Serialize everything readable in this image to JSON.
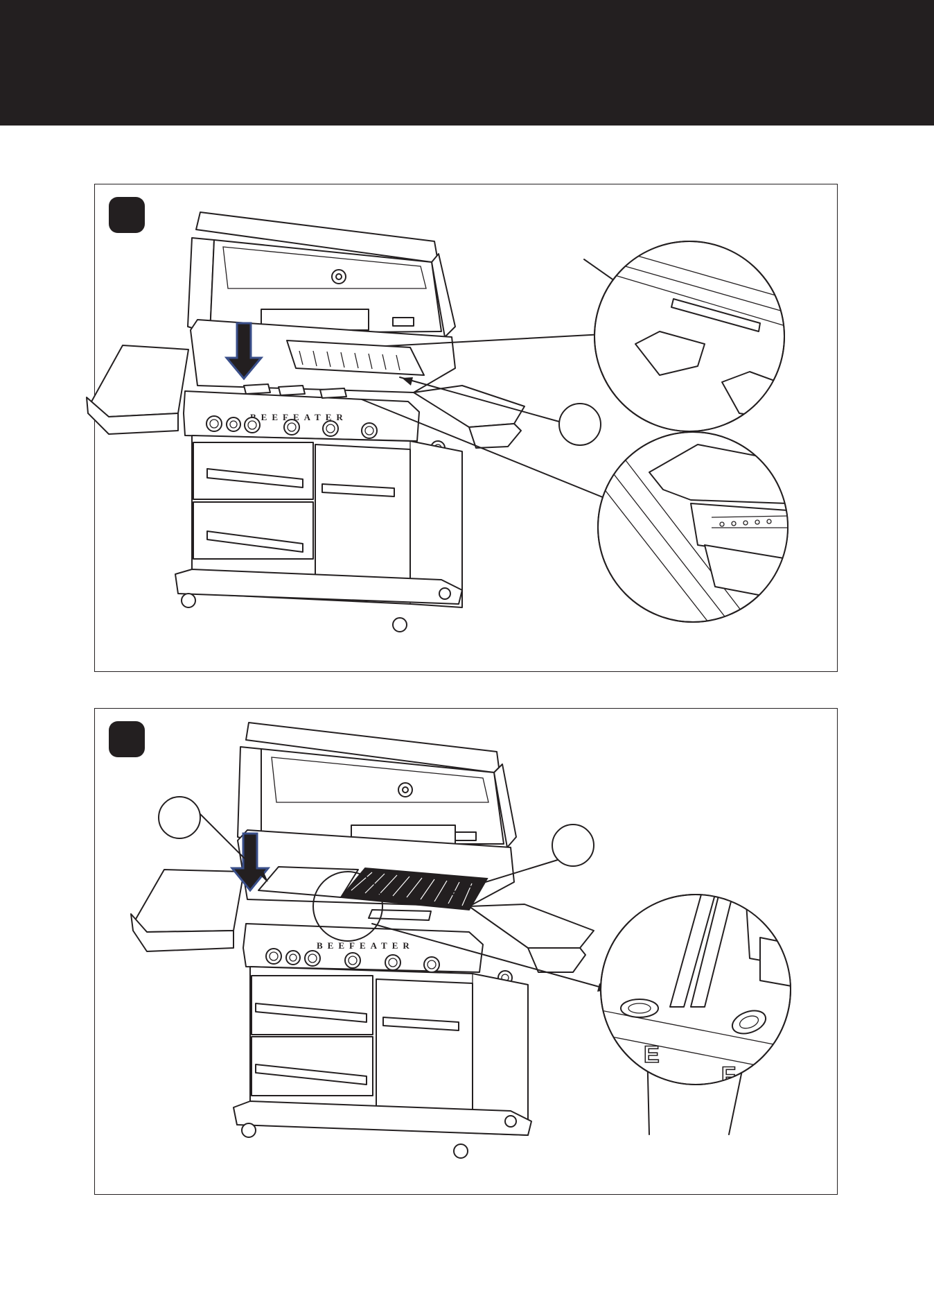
{
  "header": {
    "background": "#231f20"
  },
  "steps": [
    {
      "brand_label": "BEEFEATER",
      "callouts": [
        {
          "label": ""
        }
      ],
      "detail_views": [
        "vaporiser-slot-detail",
        "burner-tube-detail"
      ]
    },
    {
      "brand_label": "BEEFEATER",
      "callouts": [
        {
          "label": ""
        },
        {
          "label": ""
        }
      ],
      "detail_view_labels": {
        "left": "E",
        "right": "F"
      }
    }
  ],
  "colors": {
    "ink": "#231f20",
    "arrow_fill": "#231f20",
    "arrow_outline": "#3a4f8a"
  }
}
